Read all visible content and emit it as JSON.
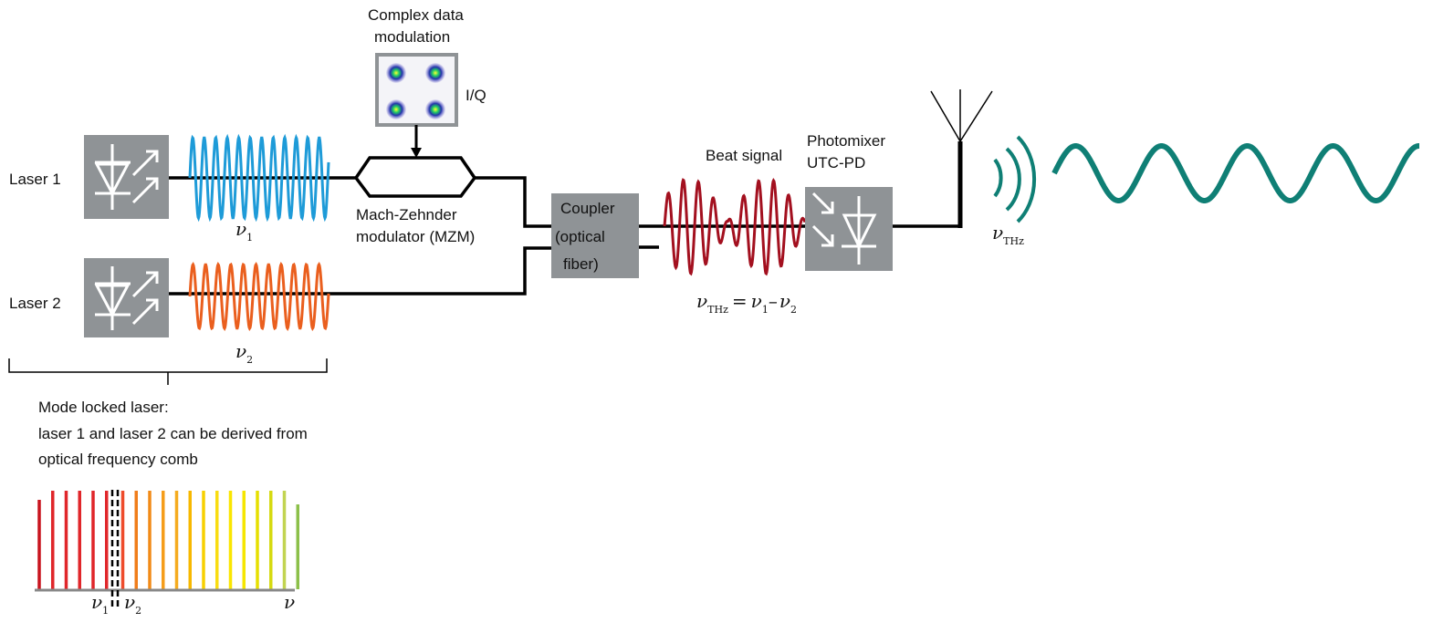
{
  "colors": {
    "box": "#8f9396",
    "laser1_wave": "#1e9bd8",
    "laser2_wave": "#ea5f1e",
    "beat_wave": "#a3101f",
    "thz_wave": "#0f7f75",
    "line": "#000000"
  },
  "labels": {
    "laser1": "Laser 1",
    "laser2": "Laser 2",
    "nu": "ν",
    "sub1": "1",
    "sub2": "2",
    "sub_thz": "THz",
    "modulation_line1": "Complex data",
    "modulation_line2": "modulation",
    "iq": "I/Q",
    "mzm_line1": "Mach-Zehnder",
    "mzm_line2": "modulator (MZM)",
    "coupler_line1": "Coupler",
    "coupler_line2": "(optical",
    "coupler_line3": "fiber)",
    "beat": "Beat signal",
    "photomixer_line1": "Photomixer",
    "photomixer_line2": "UTC-PD",
    "equals": "=",
    "minus": "–",
    "mode_line1": "Mode locked laser:",
    "mode_line2": "laser 1 and laser 2 can be derived from",
    "mode_line3": "optical frequency comb"
  },
  "comb_colors": [
    "#c8141e",
    "#e0262a",
    "#e0262a",
    "#e0262a",
    "#e0262a",
    "#e0262a",
    "#ee4b2b",
    "#f07d1a",
    "#f28a17",
    "#f59d1a",
    "#f5ab1e",
    "#f7b800",
    "#f7d000",
    "#f9dc10",
    "#fae600",
    "#f5e600",
    "#e6df00",
    "#d6da10",
    "#c2d451",
    "#8cc04a"
  ]
}
